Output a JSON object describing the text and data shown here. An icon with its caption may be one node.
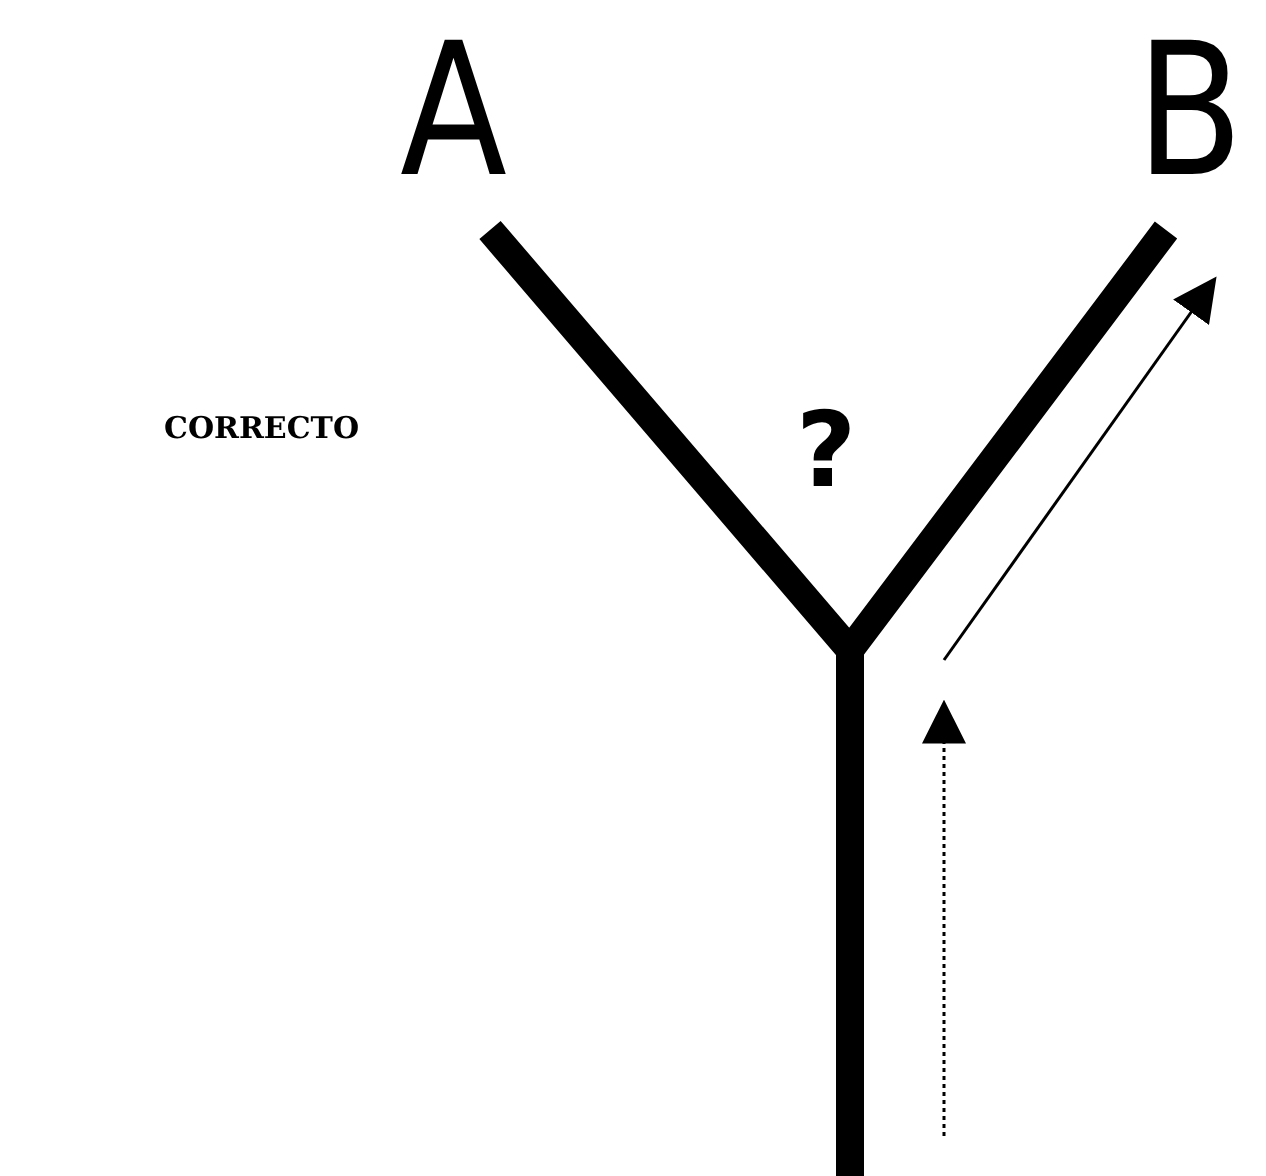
{
  "diagram": {
    "labels": [
      "A",
      "B",
      "CORRECTO",
      "?"
    ]
  }
}
